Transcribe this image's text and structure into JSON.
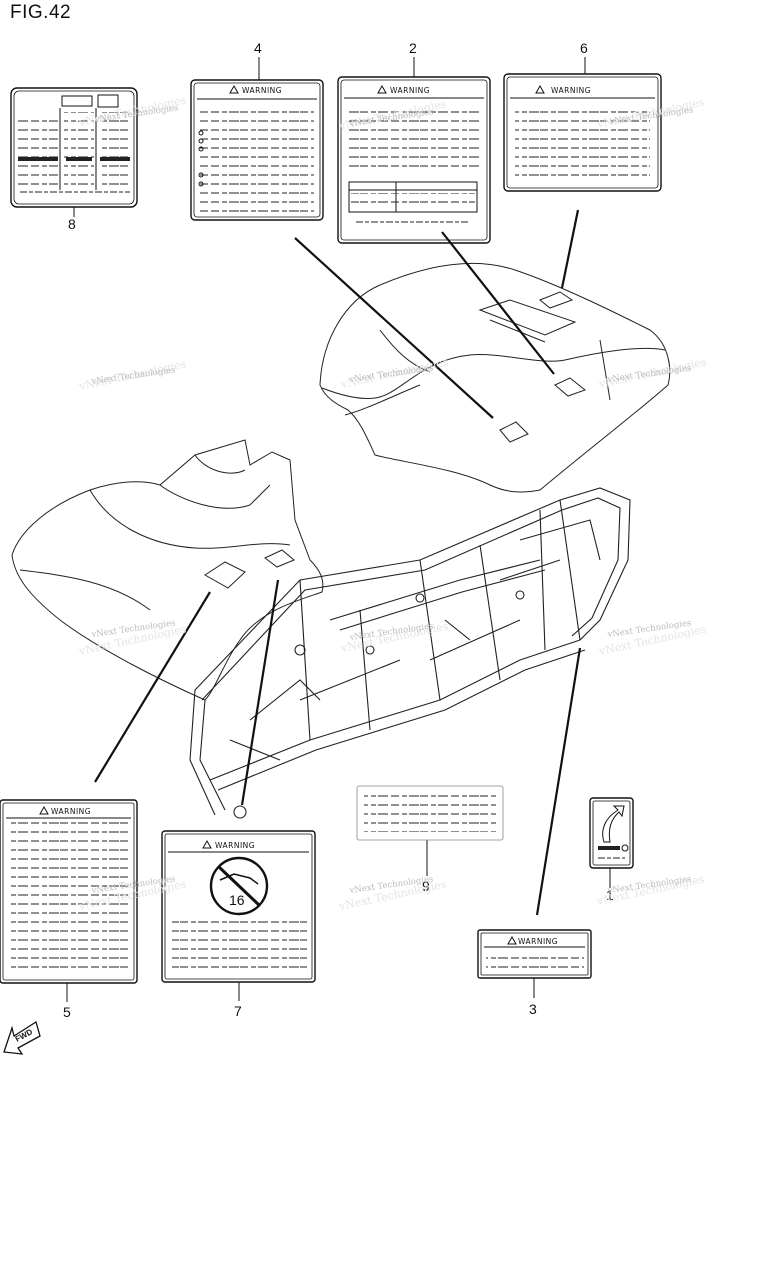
{
  "figure": {
    "title": "FIG.42"
  },
  "watermark": "vNext Technologies",
  "warning_text": "WARNING",
  "direction_marker": "FWD",
  "age_symbol_number": "16",
  "callouts": [
    "1",
    "2",
    "3",
    "4",
    "5",
    "6",
    "7",
    "8",
    "9"
  ]
}
